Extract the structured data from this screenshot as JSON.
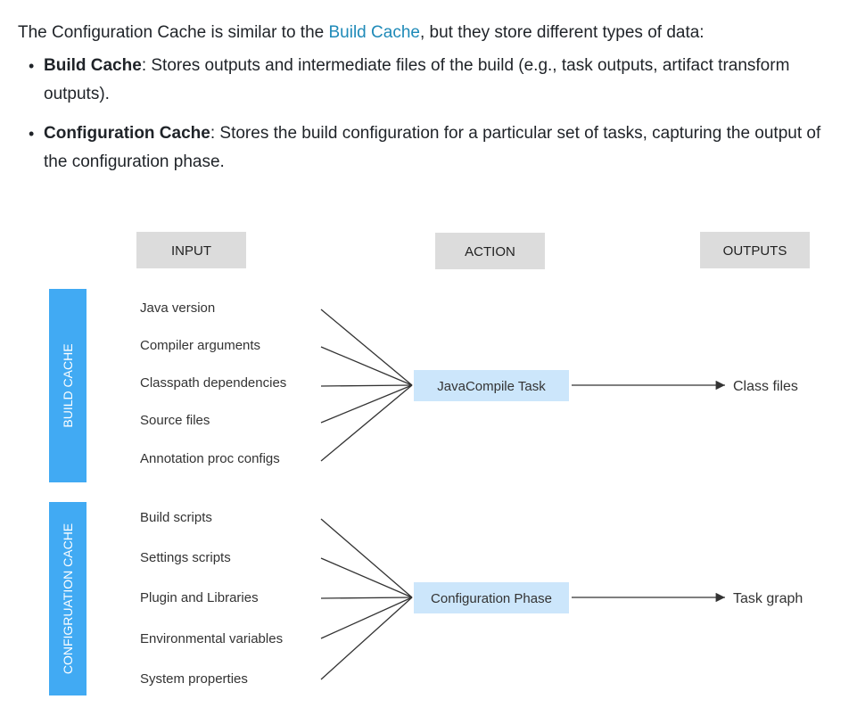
{
  "intro": {
    "before": "The Configuration Cache is similar to the ",
    "link": "Build Cache",
    "after": ", but they store different types of data:"
  },
  "bullets": [
    {
      "term": "Build Cache",
      "text": ": Stores outputs and intermediate files of the build (e.g., task outputs, artifact transform outputs)."
    },
    {
      "term": "Configuration Cache",
      "text": ": Stores the build configuration for a particular set of tasks, capturing the output of the configuration phase."
    }
  ],
  "diagram": {
    "headers": {
      "input": "INPUT",
      "action": "ACTION",
      "outputs": "OUTPUTS"
    },
    "build_cache": {
      "label": "BUILD CACHE",
      "inputs": [
        "Java version",
        "Compiler arguments",
        "Classpath dependencies",
        "Source files",
        "Annotation proc configs"
      ],
      "action": "JavaCompile Task",
      "output": "Class files"
    },
    "configuration_cache": {
      "label": "CONFIGRUATION CACHE",
      "inputs": [
        "Build scripts",
        "Settings scripts",
        "Plugin and Libraries",
        "Environmental variables",
        "System properties"
      ],
      "action": "Configuration Phase",
      "output": "Task graph"
    },
    "colors": {
      "side_bar": "#41aaf3",
      "header_box": "#dcdcdc",
      "action_box": "#cce6fb",
      "line": "#333333"
    }
  }
}
